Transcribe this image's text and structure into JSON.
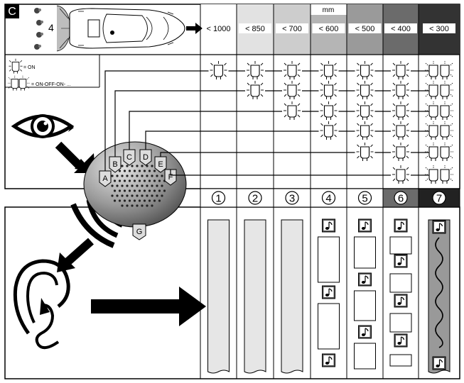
{
  "figure_id": "C",
  "sensor_count": "4",
  "unit": "mm",
  "distance_labels": [
    "< 1000",
    "< 850",
    "< 700",
    "< 600",
    "< 500",
    "< 400",
    "< 300"
  ],
  "header_shades": [
    "#ffffff",
    "#e2e2e2",
    "#cdcdcd",
    "#b5b5b5",
    "#9a9a9a",
    "#6b6b6b",
    "#333333"
  ],
  "legend": {
    "on": "= ON",
    "blink": "= ON-OFF-ON- ..."
  },
  "led_labels": [
    "A",
    "B",
    "C",
    "D",
    "E",
    "F"
  ],
  "speaker_label": "G",
  "stage_numbers": [
    "①",
    "②",
    "③",
    "④",
    "⑤",
    "⑥",
    "⑦"
  ],
  "leds_lit_per_row": [
    7,
    6,
    5,
    4,
    3,
    2
  ],
  "tone_pattern": [
    "none",
    "none",
    "none",
    "slow",
    "medium",
    "fast",
    "continuous"
  ]
}
